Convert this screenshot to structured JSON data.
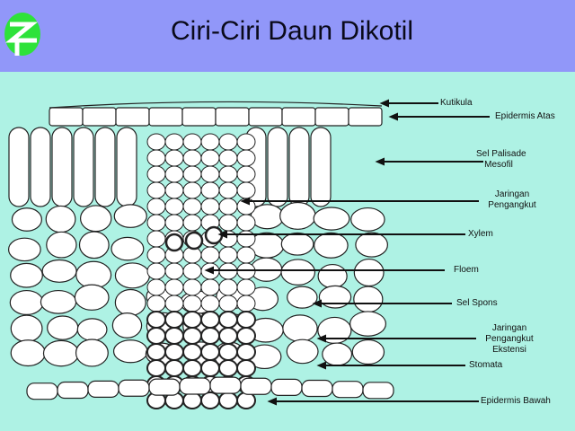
{
  "header": {
    "title": "Ciri-Ciri Daun Dikotil"
  },
  "colors": {
    "header_bg": "#9197f9",
    "body_bg": "#aef2e4",
    "logo": "#2ee23a"
  },
  "labels": {
    "kutikula": "Kutikula",
    "epidermis_atas": "Epidermis Atas",
    "sel_palisade": [
      "Sel Palisade",
      "Mesofil"
    ],
    "jaringan_pengangkut": [
      "Jaringan",
      "Pengangkut"
    ],
    "xylem": "Xylem",
    "floem": "Floem",
    "sel_spons": "Sel Spons",
    "jaringan_ekstensi": [
      "Jaringan",
      "Pengangkut",
      "Ekstensi"
    ],
    "stomata": "Stomata",
    "epidermis_bawah": "Epidermis Bawah"
  }
}
